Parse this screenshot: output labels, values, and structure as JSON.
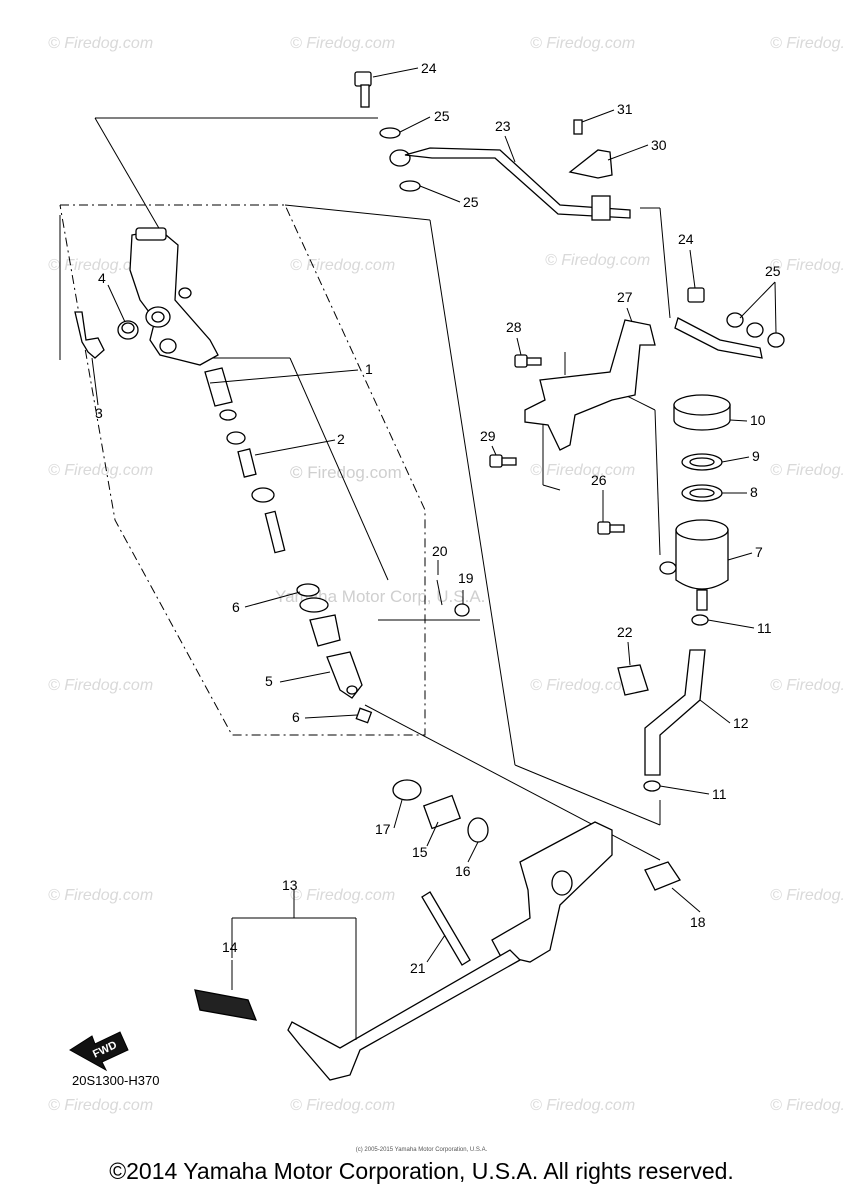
{
  "diagram": {
    "part_numbers": [
      "1",
      "2",
      "3",
      "4",
      "5",
      "6",
      "6",
      "7",
      "8",
      "9",
      "10",
      "11",
      "11",
      "12",
      "13",
      "14",
      "15",
      "16",
      "17",
      "18",
      "19",
      "20",
      "21",
      "22",
      "23",
      "24",
      "24",
      "25",
      "25",
      "25",
      "26",
      "27",
      "28",
      "29",
      "30",
      "31"
    ],
    "diagram_code": "20S1300-H370",
    "fwd_label": "FWD",
    "watermark": "© Firedog.com",
    "center_watermark": "© Firedog.com",
    "center_watermark_2": "Yamaha Motor Corp, U.S.A."
  },
  "footer": {
    "copyright": "©2014 Yamaha Motor Corporation, U.S.A. All rights reserved.",
    "small_copyright": "(c) 2005-2015 Yamaha Motor Corporation, U.S.A."
  }
}
